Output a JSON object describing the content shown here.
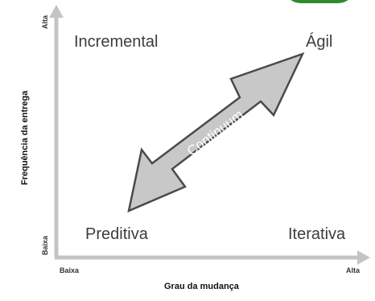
{
  "axes": {
    "y_title": "Frequência da entrega",
    "y_high": "Alta",
    "y_low": "Baixa",
    "x_title": "Grau da mudança",
    "x_low": "Baixa",
    "x_high": "Alta"
  },
  "quadrants": {
    "top_left": "Incremental",
    "top_right": "Ágil",
    "bottom_left": "Preditiva",
    "bottom_right": "Iterativa"
  },
  "arrow": {
    "label": "Continuum",
    "fill": "#c8c8c8",
    "stroke": "#4a4a4a",
    "text_color": "#ffffff"
  },
  "colors": {
    "axis": "#c4c4c4",
    "corner_accent": "#2e8b2e"
  }
}
